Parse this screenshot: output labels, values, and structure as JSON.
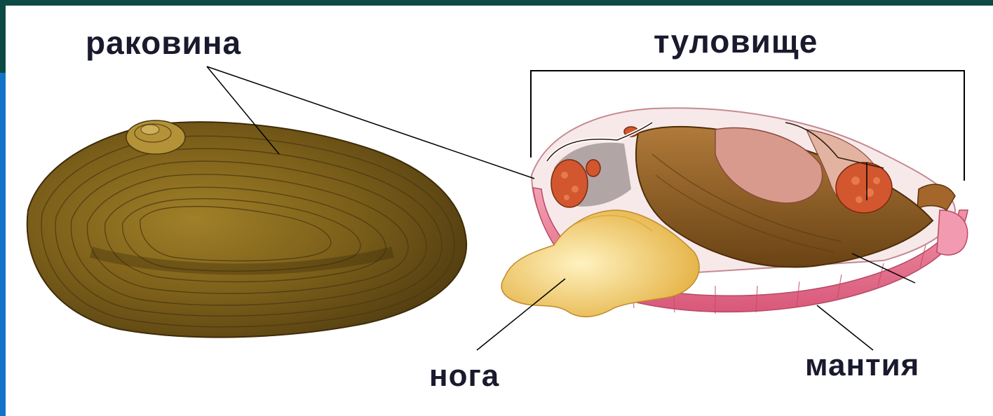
{
  "labels": {
    "shell": "раковина",
    "body": "туловище",
    "foot": "нога",
    "mantle": "мантия"
  },
  "colors": {
    "frame_dark": "#0d4a44",
    "frame_blue": "#1273c9",
    "shell_brown": "#8a6a1e",
    "foot_yellow": "#f2d27a",
    "mantle_pink": "#e8788e",
    "gland_orange": "#d2562e"
  }
}
